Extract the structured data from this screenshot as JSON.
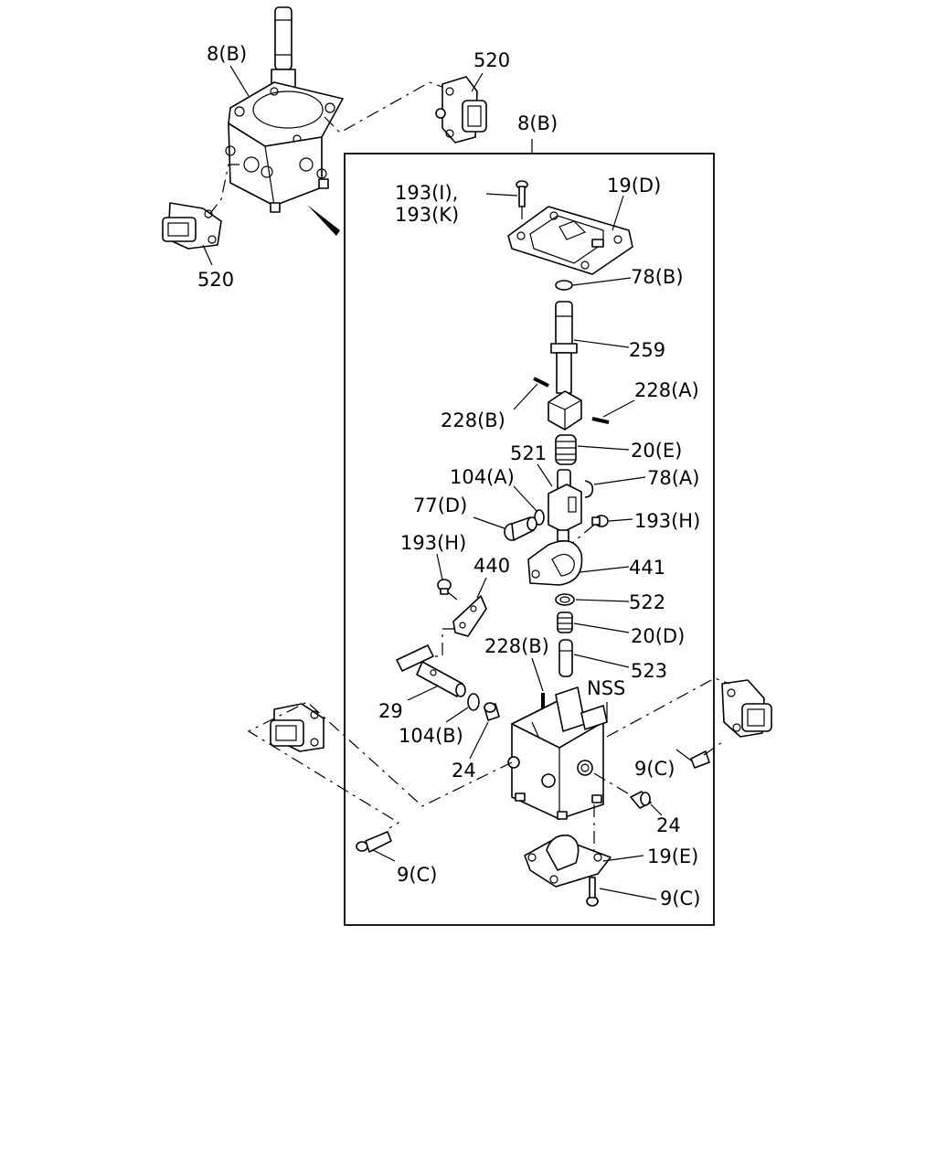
{
  "labels": {
    "assy_top": "8(B)",
    "sensor_top": "520",
    "sensor_left": "520",
    "assy_box": "8(B)",
    "bolt_193_ik_1": "193(I),",
    "bolt_193_ik_2": "193(K)",
    "plate_19d": "19(D)",
    "clip_78b": "78(B)",
    "shaft_259": "259",
    "pin_228a": "228(A)",
    "pin_228b_upper": "228(B)",
    "spring_20e": "20(E)",
    "part_521": "521",
    "washer_104a": "104(A)",
    "clip_78a": "78(A)",
    "pin_77d": "77(D)",
    "bolt_193h_right": "193(H)",
    "bolt_193h_left": "193(H)",
    "plate_440": "440",
    "cam_441": "441",
    "seal_522": "522",
    "spring_20d": "20(D)",
    "pin_228b_lower": "228(B)",
    "plunger_523": "523",
    "nss": "NSS",
    "shaft_29": "29",
    "washer_104b": "104(B)",
    "bush_24_left": "24",
    "bush_24_right": "24",
    "bolt_9c_right": "9(C)",
    "bolt_9c_left": "9(C)",
    "plate_19e": "19(E)",
    "bolt_9c_bottom": "9(C)"
  }
}
